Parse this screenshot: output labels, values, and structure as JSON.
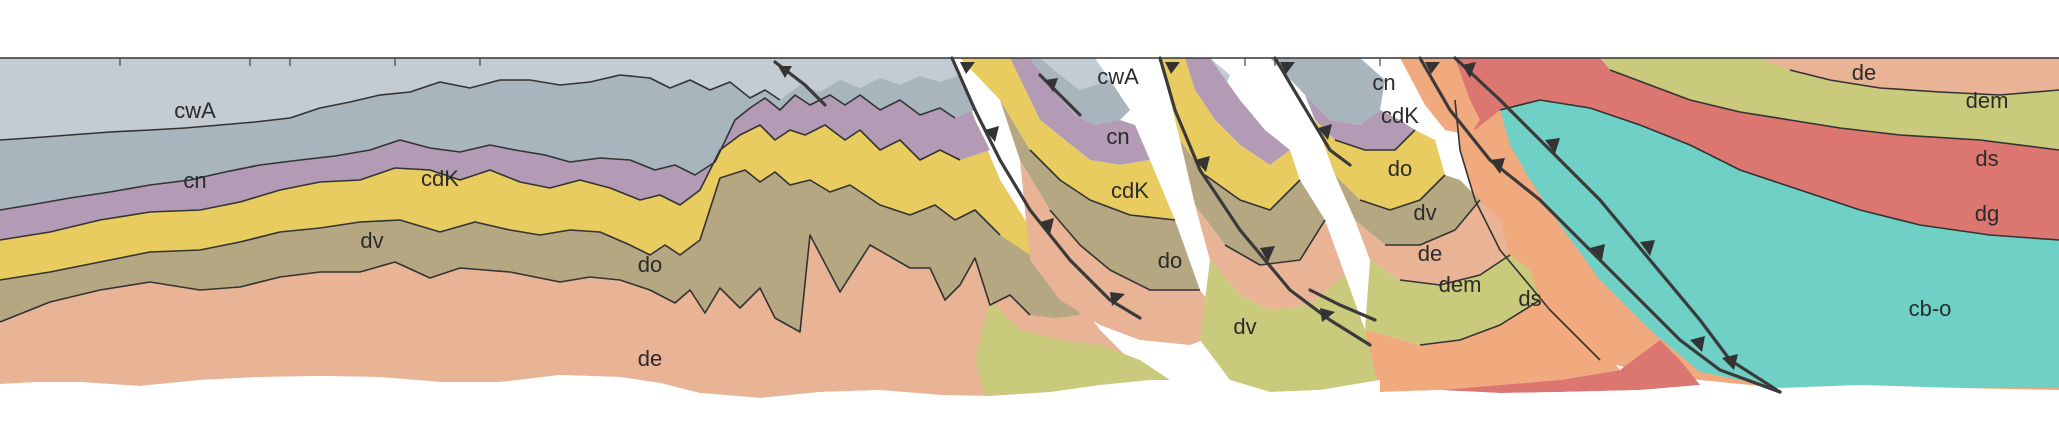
{
  "section": {
    "units": [
      {
        "code": "cwA",
        "color": "#c2ccd2"
      },
      {
        "code": "cn",
        "color": "#a9b5bd"
      },
      {
        "code": "cdK",
        "color": "#b39ab5"
      },
      {
        "code": "do",
        "color": "#e8cc60"
      },
      {
        "code": "dv",
        "color": "#b5a781"
      },
      {
        "code": "de",
        "color": "#e9b395"
      },
      {
        "code": "dem",
        "color": "#c9ca7c"
      },
      {
        "code": "ds",
        "color": "#f1aa7d"
      },
      {
        "code": "dg",
        "color": "#dc7670"
      },
      {
        "code": "cb-o",
        "color": "#6fd1c5"
      }
    ],
    "labels": {
      "cwA_1": "cwA",
      "cwA_2": "cwA",
      "cn_1": "cn",
      "cn_2": "cn",
      "cn_3": "cn",
      "cdK_1": "cdK",
      "cdK_2": "cdK",
      "cdK_3": "cdK",
      "dv_1": "dv",
      "dv_2": "dv",
      "dv_3": "dv",
      "do_1": "do",
      "do_2": "do",
      "do_3": "do",
      "de_1": "de",
      "de_2": "de",
      "de_3": "de",
      "dem_1": "dem",
      "dem_2": "dem",
      "ds_1": "ds",
      "ds_2": "ds",
      "dg_1": "dg",
      "cbo_1": "cb-o"
    }
  }
}
